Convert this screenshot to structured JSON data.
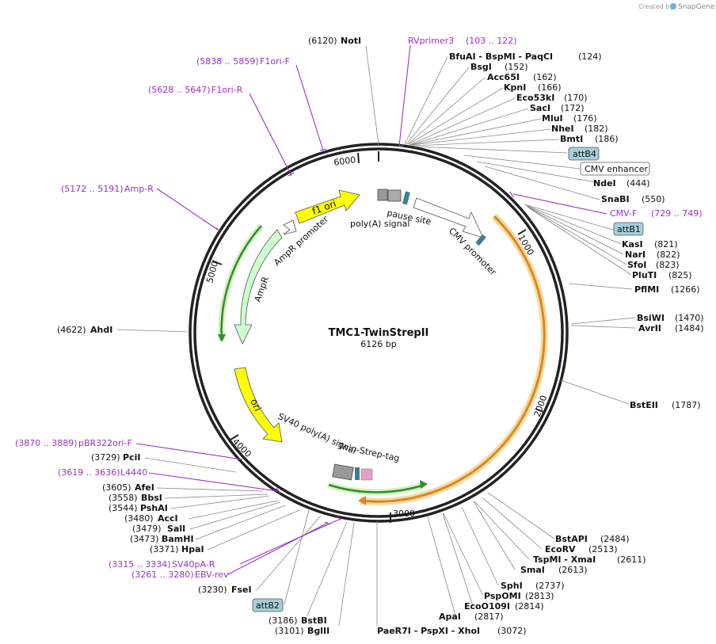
{
  "credit": {
    "prefix": "Created by",
    "brand": "SnapGene"
  },
  "plasmid": {
    "name": "TMC1-TwinStrepII",
    "size": "6126 bp"
  },
  "ticks": [
    "1000",
    "2000",
    "3000",
    "4000",
    "5000",
    "6000"
  ],
  "sites": [
    {
      "name": "NotI",
      "pos": "(6120)"
    },
    {
      "name": "BfuAI - BspMI - PaqCI",
      "pos": "(124)"
    },
    {
      "name": "BsgI",
      "pos": "(152)"
    },
    {
      "name": "Acc65I",
      "pos": "(162)"
    },
    {
      "name": "KpnI",
      "pos": "(166)"
    },
    {
      "name": "Eco53kI",
      "pos": "(170)"
    },
    {
      "name": "SacI",
      "pos": "(172)"
    },
    {
      "name": "MluI",
      "pos": "(176)"
    },
    {
      "name": "NheI",
      "pos": "(182)"
    },
    {
      "name": "BmtI",
      "pos": "(186)"
    },
    {
      "name": "NdeI",
      "pos": "(444)"
    },
    {
      "name": "SnaBI",
      "pos": "(550)"
    },
    {
      "name": "KasI",
      "pos": "(821)"
    },
    {
      "name": "NarI",
      "pos": "(822)"
    },
    {
      "name": "SfoI",
      "pos": "(823)"
    },
    {
      "name": "PluTI",
      "pos": "(825)"
    },
    {
      "name": "PflMI",
      "pos": "(1266)"
    },
    {
      "name": "BsiWI",
      "pos": "(1470)"
    },
    {
      "name": "AvrII",
      "pos": "(1484)"
    },
    {
      "name": "BstEII",
      "pos": "(1787)"
    },
    {
      "name": "BstAPI",
      "pos": "(2484)"
    },
    {
      "name": "EcoRV",
      "pos": "(2513)"
    },
    {
      "name": "TspMI - XmaI",
      "pos": "(2611)"
    },
    {
      "name": "SmaI",
      "pos": "(2613)"
    },
    {
      "name": "SphI",
      "pos": "(2737)"
    },
    {
      "name": "PspOMI",
      "pos": "(2813)"
    },
    {
      "name": "EcoO109I",
      "pos": "(2814)"
    },
    {
      "name": "ApaI",
      "pos": "(2817)"
    },
    {
      "name": "PaeR7I - PspXI - XhoI",
      "pos": "(3072)"
    },
    {
      "name": "BglII",
      "pos": "(3101)"
    },
    {
      "name": "BstBI",
      "pos": "(3186)"
    },
    {
      "name": "FseI",
      "pos": "(3230)"
    },
    {
      "name": "HpaI",
      "pos": "(3371)"
    },
    {
      "name": "BamHI",
      "pos": "(3473)"
    },
    {
      "name": "SalI",
      "pos": "(3479)"
    },
    {
      "name": "AccI",
      "pos": "(3480)"
    },
    {
      "name": "PshAI",
      "pos": "(3544)"
    },
    {
      "name": "BbsI",
      "pos": "(3558)"
    },
    {
      "name": "AfeI",
      "pos": "(3605)"
    },
    {
      "name": "PciI",
      "pos": "(3729)"
    },
    {
      "name": "AhdI",
      "pos": "(4622)"
    }
  ],
  "primers": [
    {
      "name": "RVprimer3",
      "range": "(103 .. 122)"
    },
    {
      "name": "CMV-F",
      "range": "(729 .. 749)"
    },
    {
      "name": "F1ori-F",
      "range": "(5838 .. 5859)"
    },
    {
      "name": "F1ori-R",
      "range": "(5628 .. 5647)"
    },
    {
      "name": "Amp-R",
      "range": "(5172 .. 5191)"
    },
    {
      "name": "pBR322ori-F",
      "range": "(3870 .. 3889)"
    },
    {
      "name": "L4440",
      "range": "(3619 .. 3636)"
    },
    {
      "name": "SV40pA-R",
      "range": "(3315 .. 3334)"
    },
    {
      "name": "EBV-rev",
      "range": "(3261 .. 3280)"
    }
  ],
  "boxed": [
    {
      "name": "attB4",
      "fill": "#a4cfd9"
    },
    {
      "name": "CMV enhancer",
      "fill": "#ffffff"
    },
    {
      "name": "attB1",
      "fill": "#a4cfd9"
    },
    {
      "name": "attB2",
      "fill": "#a4cfd9"
    }
  ],
  "features": {
    "f1ori": "f1 ori",
    "ampr_promoter": "AmpR promoter",
    "ampr": "AmpR",
    "ori": "ori",
    "sv40": "SV40 poly(A) signal",
    "twinstrep": "Twin-Strep-tag",
    "pause": "pause site",
    "polya": "poly(A) signal",
    "cmv": "CMV promoter"
  },
  "colors": {
    "enzyme": "#111111",
    "primer": "#9b30c8",
    "orange_feature": "#f7c070",
    "green_feature": "#2f8f2f",
    "yellow_feature": "#ffff00",
    "ampr_fill": "#ccffcc",
    "attb_fill": "#a4cfd9"
  }
}
